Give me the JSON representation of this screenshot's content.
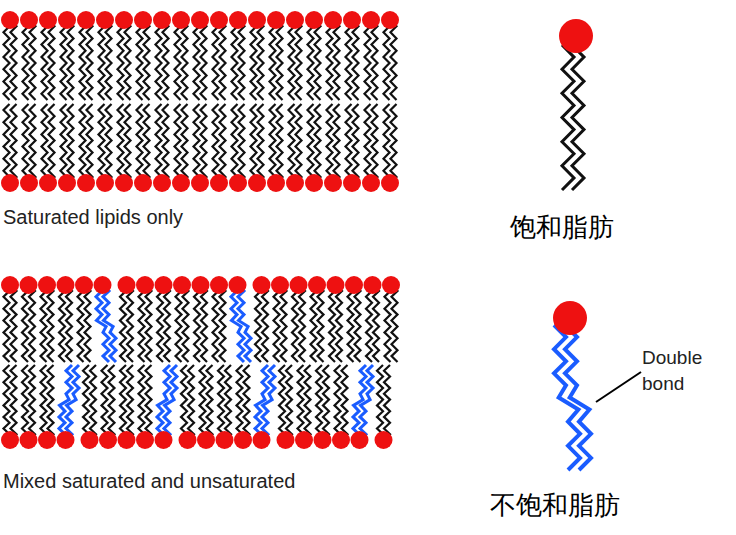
{
  "diagram": {
    "labels": [
      "Saturated lipids only",
      "饱和脂肪",
      "Mixed saturated and unsaturated",
      "不饱和脂肪",
      "Double bond"
    ]
  }
}
